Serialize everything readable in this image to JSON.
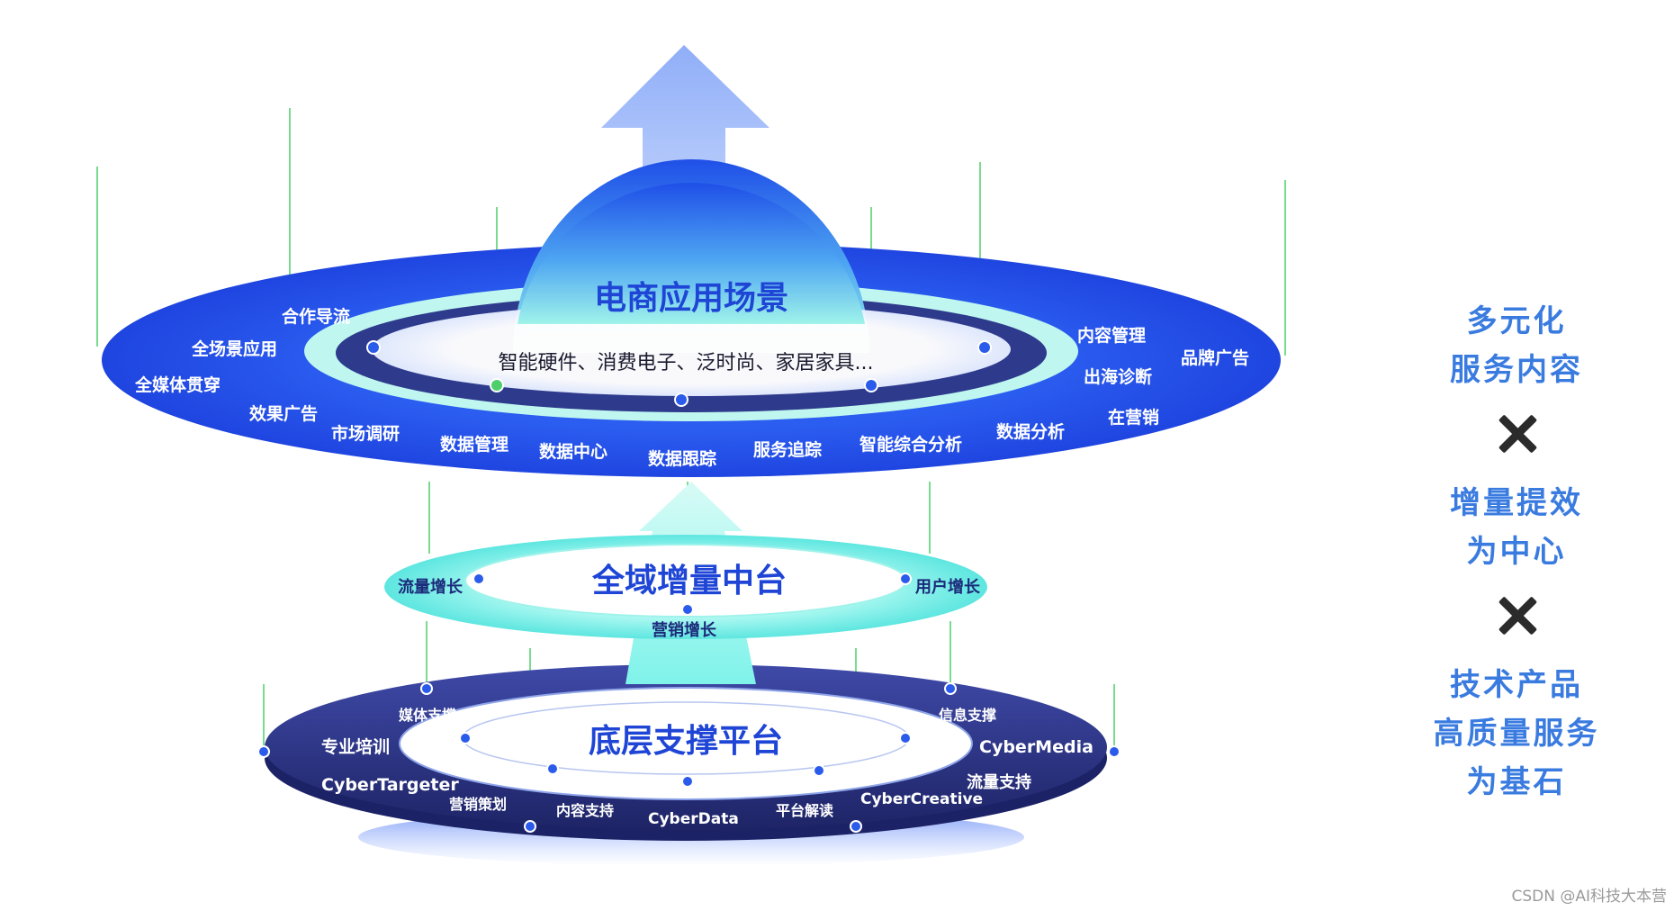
{
  "top": {
    "title": "电商应用场景",
    "subtitle": "智能硬件、消费电子、泛时尚、家居家具...",
    "ring_labels": [
      "合作导流",
      "全场景应用",
      "全媒体贯穿",
      "效果广告",
      "市场调研",
      "数据管理",
      "数据中心",
      "数据跟踪",
      "服务追踪",
      "智能综合分析",
      "数据分析",
      "在营销",
      "出海诊断",
      "内容管理",
      "品牌广告"
    ]
  },
  "middle": {
    "title": "全域增量中台",
    "ring_labels": [
      "流量增长",
      "用户增长",
      "营销增长"
    ]
  },
  "bottom": {
    "title": "底层支撑平台",
    "ring_labels": [
      "媒体支撑",
      "专业培训",
      "CyberTargeter",
      "营销策划",
      "内容支持",
      "CyberData",
      "平台解读",
      "CyberCreative",
      "流量支持",
      "CyberMedia",
      "信息支撑"
    ]
  },
  "side_panel": {
    "groups": [
      {
        "lines": [
          "多元化",
          "服务内容"
        ]
      },
      {
        "lines": [
          "增量提效",
          "为中心"
        ]
      },
      {
        "lines": [
          "技术产品",
          "高质量服务",
          "为基石"
        ]
      }
    ],
    "separator_icon": "multiply-icon"
  },
  "watermark": "CSDN @AI科技大本营",
  "colors": {
    "royal_blue": "#1f4fe8",
    "navy": "#2b3580",
    "cyan": "#7ff3ea",
    "side_text": "#3a7be0"
  }
}
